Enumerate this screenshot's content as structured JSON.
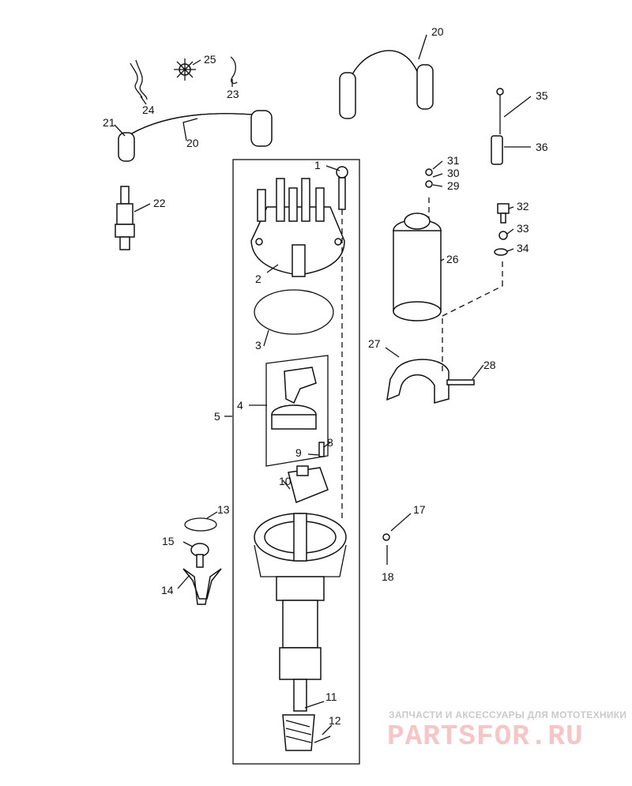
{
  "callouts": [
    "1",
    "2",
    "3",
    "4",
    "5",
    "8",
    "9",
    "10",
    "11",
    "12",
    "13",
    "14",
    "15",
    "17",
    "18",
    "20",
    "20",
    "21",
    "22",
    "23",
    "24",
    "25",
    "26",
    "27",
    "28",
    "29",
    "30",
    "31",
    "32",
    "33",
    "34",
    "35",
    "36"
  ],
  "watermark": {
    "tagline": "ЗАПЧАСТИ И АКСЕССУАРЫ ДЛЯ МОТОТЕХНИКИ",
    "brand": "PARTSFOR.RU"
  },
  "colors": {
    "ink": "#111111",
    "watermark": "#f6c6c6",
    "watermark_text": "#c9c9c9"
  }
}
